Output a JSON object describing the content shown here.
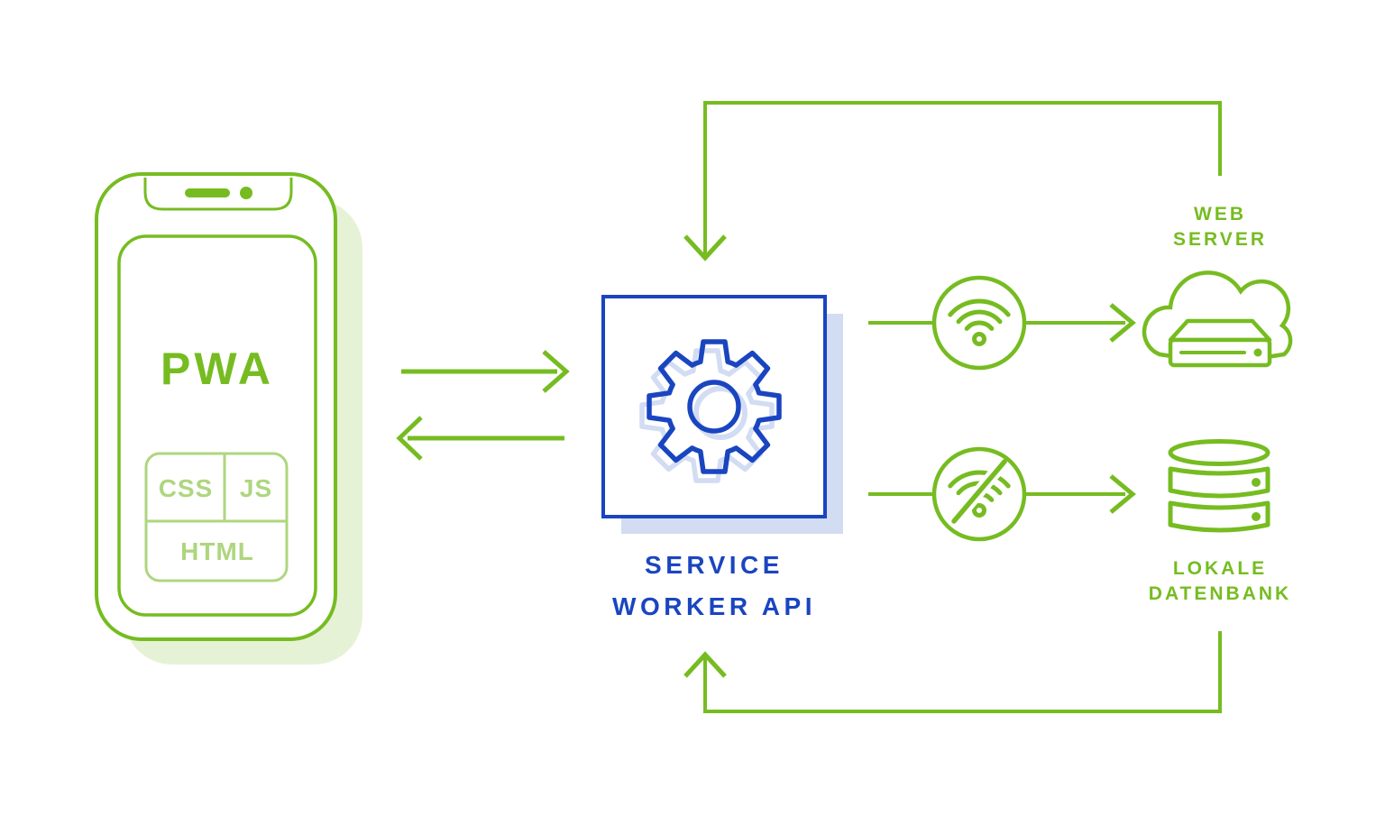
{
  "colors": {
    "green": "#76bc21",
    "green_soft": "#aed67f",
    "green_shadow": "#e6f2d6",
    "blue": "#1a45c0",
    "blue_shadow": "#d2dcf3",
    "background": "#ffffff"
  },
  "phone": {
    "icon": "smartphone-icon",
    "app_label": "PWA",
    "components": {
      "css": "CSS",
      "js": "JS",
      "html": "HTML"
    }
  },
  "service_worker": {
    "icon": "gear-icon",
    "line1": "SERVICE",
    "line2": "WORKER API"
  },
  "web_server": {
    "icon": "cloud-server-icon",
    "line1": "WEB",
    "line2": "SERVER"
  },
  "local_database": {
    "icon": "database-icon",
    "line1": "LOKALE",
    "line2": "DATENBANK"
  },
  "connections": {
    "online_icon": "wifi-icon",
    "offline_icon": "wifi-off-icon"
  }
}
